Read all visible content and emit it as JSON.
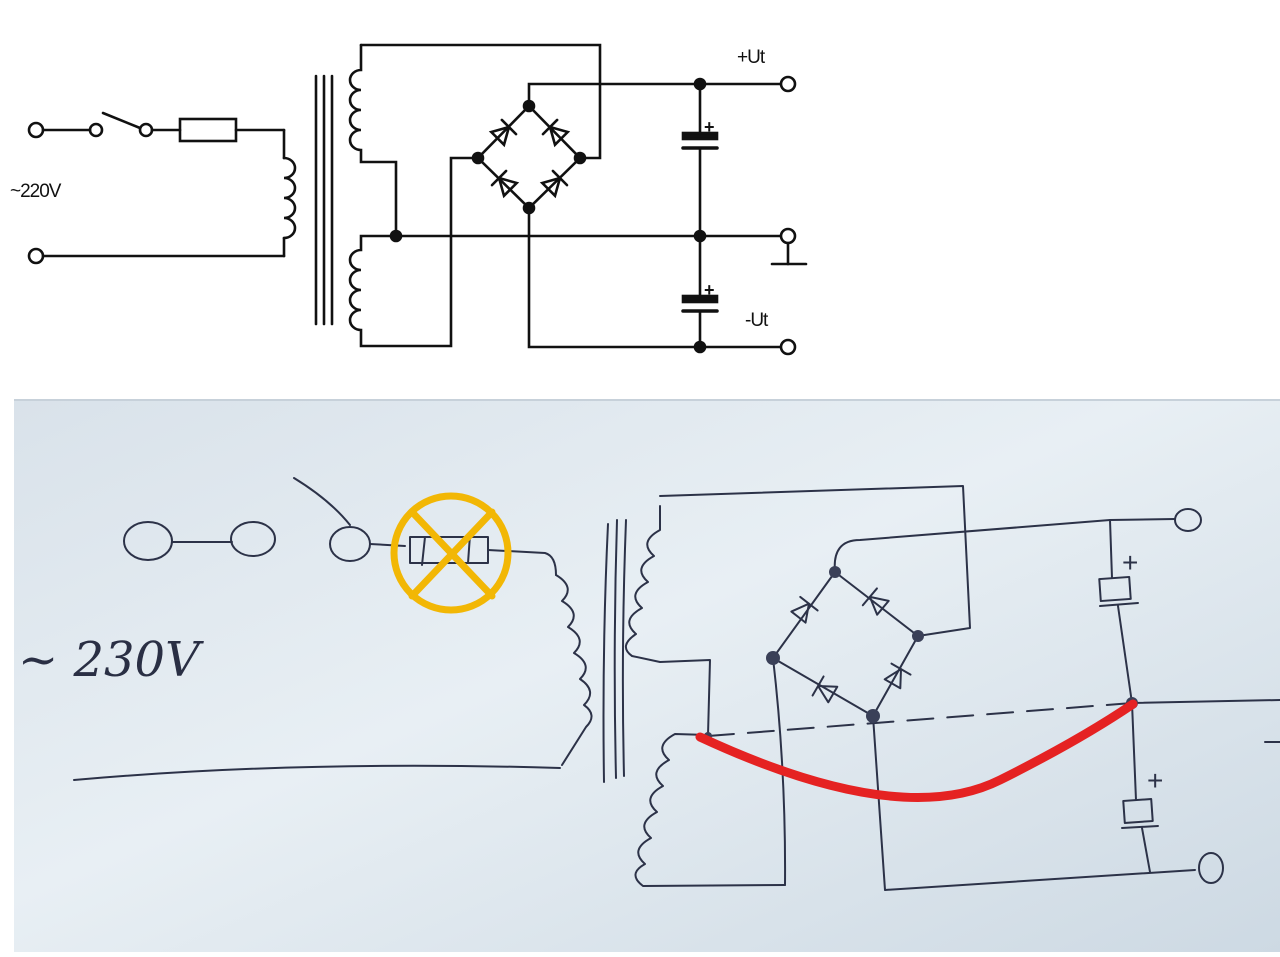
{
  "schematic": {
    "label_mains": "~220V",
    "label_positive": "+Ut",
    "label_negative": "-Ut",
    "capacitor_polarity_mark": "+"
  },
  "sketch": {
    "label_mains": "~ 230V",
    "capacitor_polarity_mark": "+",
    "colors": {
      "paper": "#e3ebf1",
      "ink": "#2c3248",
      "highlight_line": "#e52222",
      "cross_mark": "#f2b705"
    }
  }
}
